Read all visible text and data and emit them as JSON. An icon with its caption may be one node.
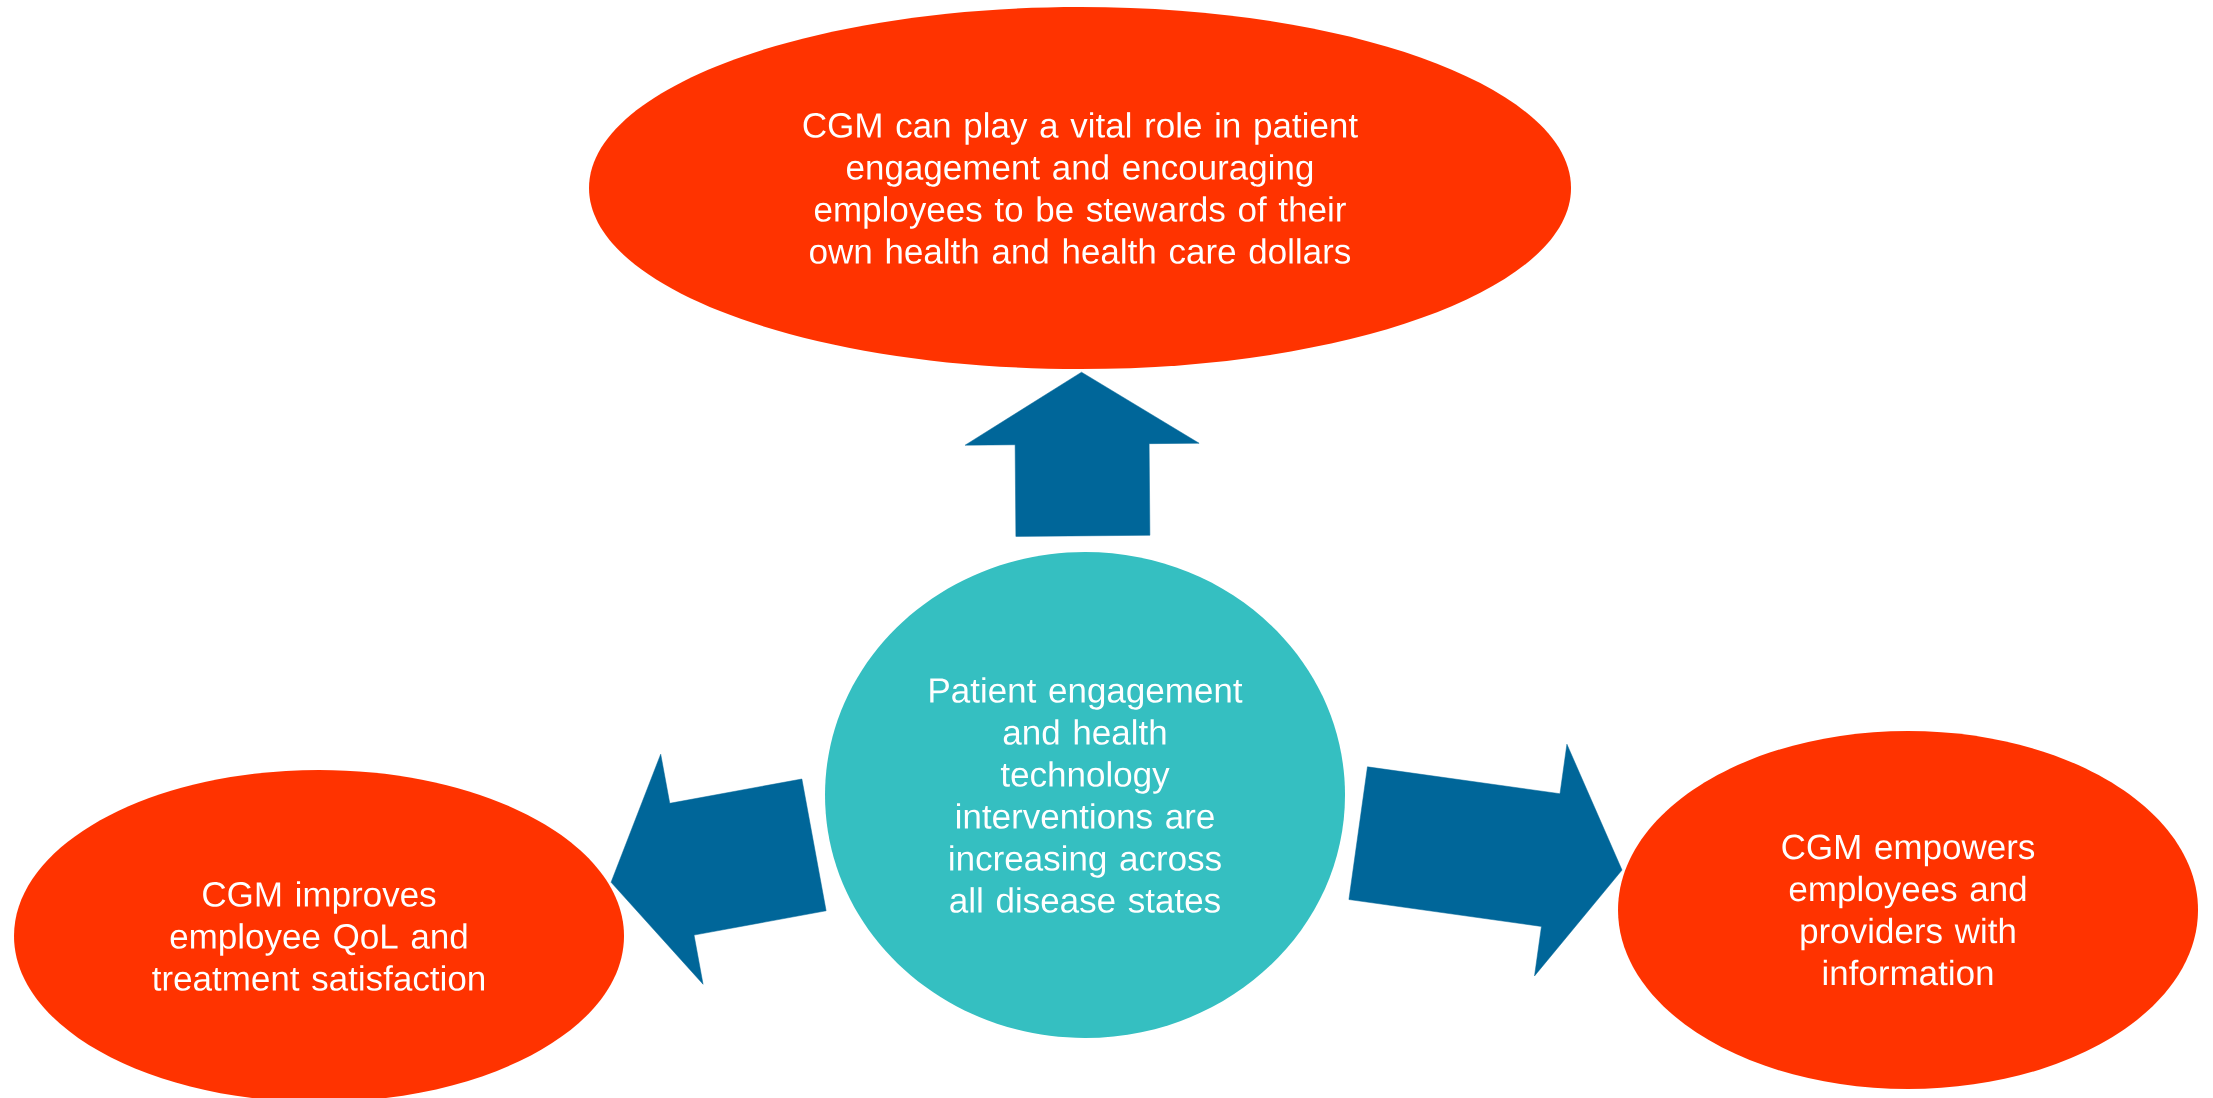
{
  "diagram": {
    "nodes": [
      {
        "text": [
          "CGM can play a vital role in patient engagement and encouraging employees to be stewards of their own health and health care dollars"
        ]
      },
      {
        "text": [
          "Patient engagement and health technology interventions are increasing across all disease states"
        ]
      },
      {
        "text": [
          "CGM improves employee QoL and treatment satisfaction"
        ]
      },
      {
        "text": [
          "CGM empowers employees and providers with information"
        ]
      }
    ],
    "edges": [
      {
        "from": 1,
        "to": 0,
        "arrow": "to"
      },
      {
        "from": 1,
        "to": 2,
        "arrow": "to"
      },
      {
        "from": 1,
        "to": 3,
        "arrow": "to"
      }
    ]
  }
}
